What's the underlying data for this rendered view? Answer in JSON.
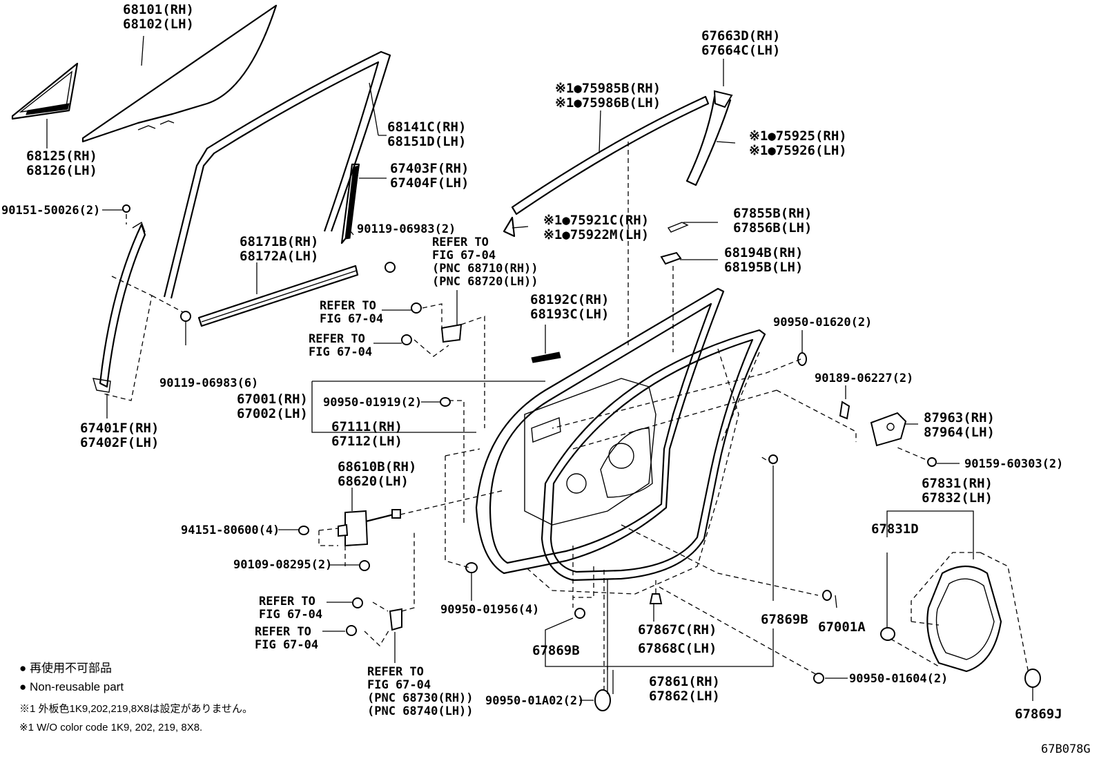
{
  "labels": {
    "p68101": [
      "68101(RH)",
      "68102(LH)"
    ],
    "p68125": [
      "68125(RH)",
      "68126(LH)"
    ],
    "p68141": [
      "68141C(RH)",
      "68151D(LH)"
    ],
    "p67403": [
      "67403F(RH)",
      "67404F(LH)"
    ],
    "p90151": "90151-50026(2)",
    "p90119a": "90119-06983(2)",
    "p68171": [
      "68171B(RH)",
      "68172A(LH)"
    ],
    "p90119b": "90119-06983(6)",
    "p67401": [
      "67401F(RH)",
      "67402F(LH)"
    ],
    "refer_hinge_upper": [
      "REFER TO",
      "FIG 67-04",
      "(PNC 68710(RH))",
      "(PNC 68720(LH))"
    ],
    "refer_a": [
      "REFER TO",
      "FIG 67-04"
    ],
    "refer_b": [
      "REFER TO",
      "FIG 67-04"
    ],
    "p67663": [
      "67663D(RH)",
      "67664C(LH)"
    ],
    "p75985": [
      "※1●75985B(RH)",
      "※1●75986B(LH)"
    ],
    "p75925": [
      "※1●75925(RH)",
      "※1●75926(LH)"
    ],
    "p75921": [
      "※1●75921C(RH)",
      "※1●75922M(LH)"
    ],
    "p67855": [
      "67855B(RH)",
      "67856B(LH)"
    ],
    "p68194": [
      "68194B(RH)",
      "68195B(LH)"
    ],
    "p68192": [
      "68192C(RH)",
      "68193C(LH)"
    ],
    "p90950_01620": "90950-01620(2)",
    "p90189": "90189-06227(2)",
    "p87963": [
      "87963(RH)",
      "87964(LH)"
    ],
    "p90159": "90159-60303(2)",
    "p67001": [
      "67001(RH)",
      "67002(LH)"
    ],
    "p90950_01919": "90950-01919(2)",
    "p67111": [
      "67111(RH)",
      "67112(LH)"
    ],
    "p68610": [
      "68610B(RH)",
      "68620(LH)"
    ],
    "p94151": "94151-80600(4)",
    "p90109": "90109-08295(2)",
    "refer_c": [
      "REFER TO",
      "FIG 67-04"
    ],
    "refer_d": [
      "REFER TO",
      "FIG 67-04"
    ],
    "refer_hinge_lower": [
      "REFER TO",
      "FIG 67-04",
      "(PNC 68730(RH))",
      "(PNC 68740(LH))"
    ],
    "p90950_01956": "90950-01956(4)",
    "p67831": [
      "67831(RH)",
      "67832(LH)"
    ],
    "p67831D": "67831D",
    "p67869B_right": "67869B",
    "p67001A": "67001A",
    "p67867": [
      "67867C(RH)",
      "67868C(LH)"
    ],
    "p67869B_left": "67869B",
    "p67861": [
      "67861(RH)",
      "67862(LH)"
    ],
    "p90950_01A02": "90950-01A02(2)",
    "p90950_01604": "90950-01604(2)",
    "p67869J": "67869J"
  },
  "legend": {
    "jp": "● 再使用不可部品",
    "en": "● Non-reusable part",
    "note_jp": "※1 外板色1K9,202,219,8X8は設定がありません。",
    "note_en": "※1 W/O color code 1K9, 202, 219, 8X8."
  },
  "figure_code": "67B078G"
}
